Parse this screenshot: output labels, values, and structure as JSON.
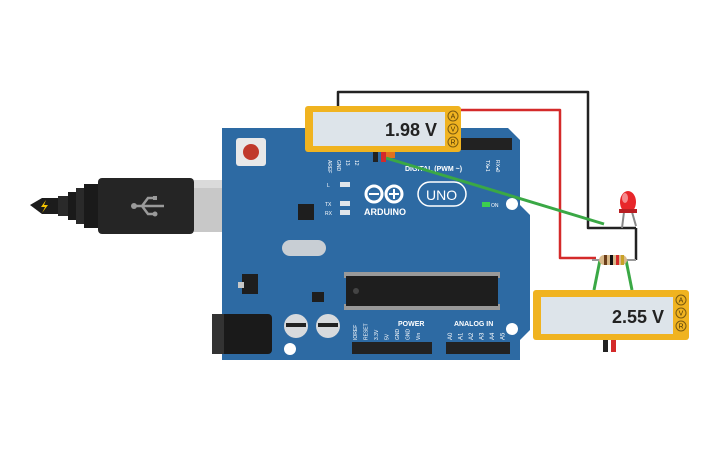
{
  "colors": {
    "board": "#2d6aa3",
    "board_dark": "#1f4f7c",
    "meter_body": "#f0b320",
    "meter_screen": "#dde4ea",
    "wire_red": "#d42a2a",
    "wire_black": "#222222",
    "wire_green": "#3aa845",
    "led": "#e8262a"
  },
  "meters": {
    "top": {
      "reading": "1.98 V",
      "buttons": [
        "A",
        "V",
        "R"
      ]
    },
    "bottom": {
      "reading": "2.55 V",
      "buttons": [
        "A",
        "V",
        "R"
      ]
    }
  },
  "board": {
    "brand": "ARDUINO",
    "model": "UNO",
    "digital_label": "DIGITAL (PWM ~)",
    "analog_label": "ANALOG IN",
    "power_label": "POWER",
    "on_label": "ON",
    "l_label": "L",
    "tx_label": "TX",
    "rx_label": "RX",
    "aref_label": "AREF",
    "gnd_label": "GND",
    "pin13": "13",
    "pin12": "12",
    "pin_tx": "TX▸1",
    "pin_rx": "RX◂0",
    "power_pins": [
      "IOREF",
      "RESET",
      "3.3V",
      "5V",
      "GND",
      "GND",
      "Vin"
    ],
    "analog_pins": [
      "A0",
      "A1",
      "A2",
      "A3",
      "A4",
      "A5"
    ]
  },
  "icons": {
    "usb": "usb-icon",
    "lightning": "lightning-icon",
    "logo": "infinity-logo-icon"
  }
}
